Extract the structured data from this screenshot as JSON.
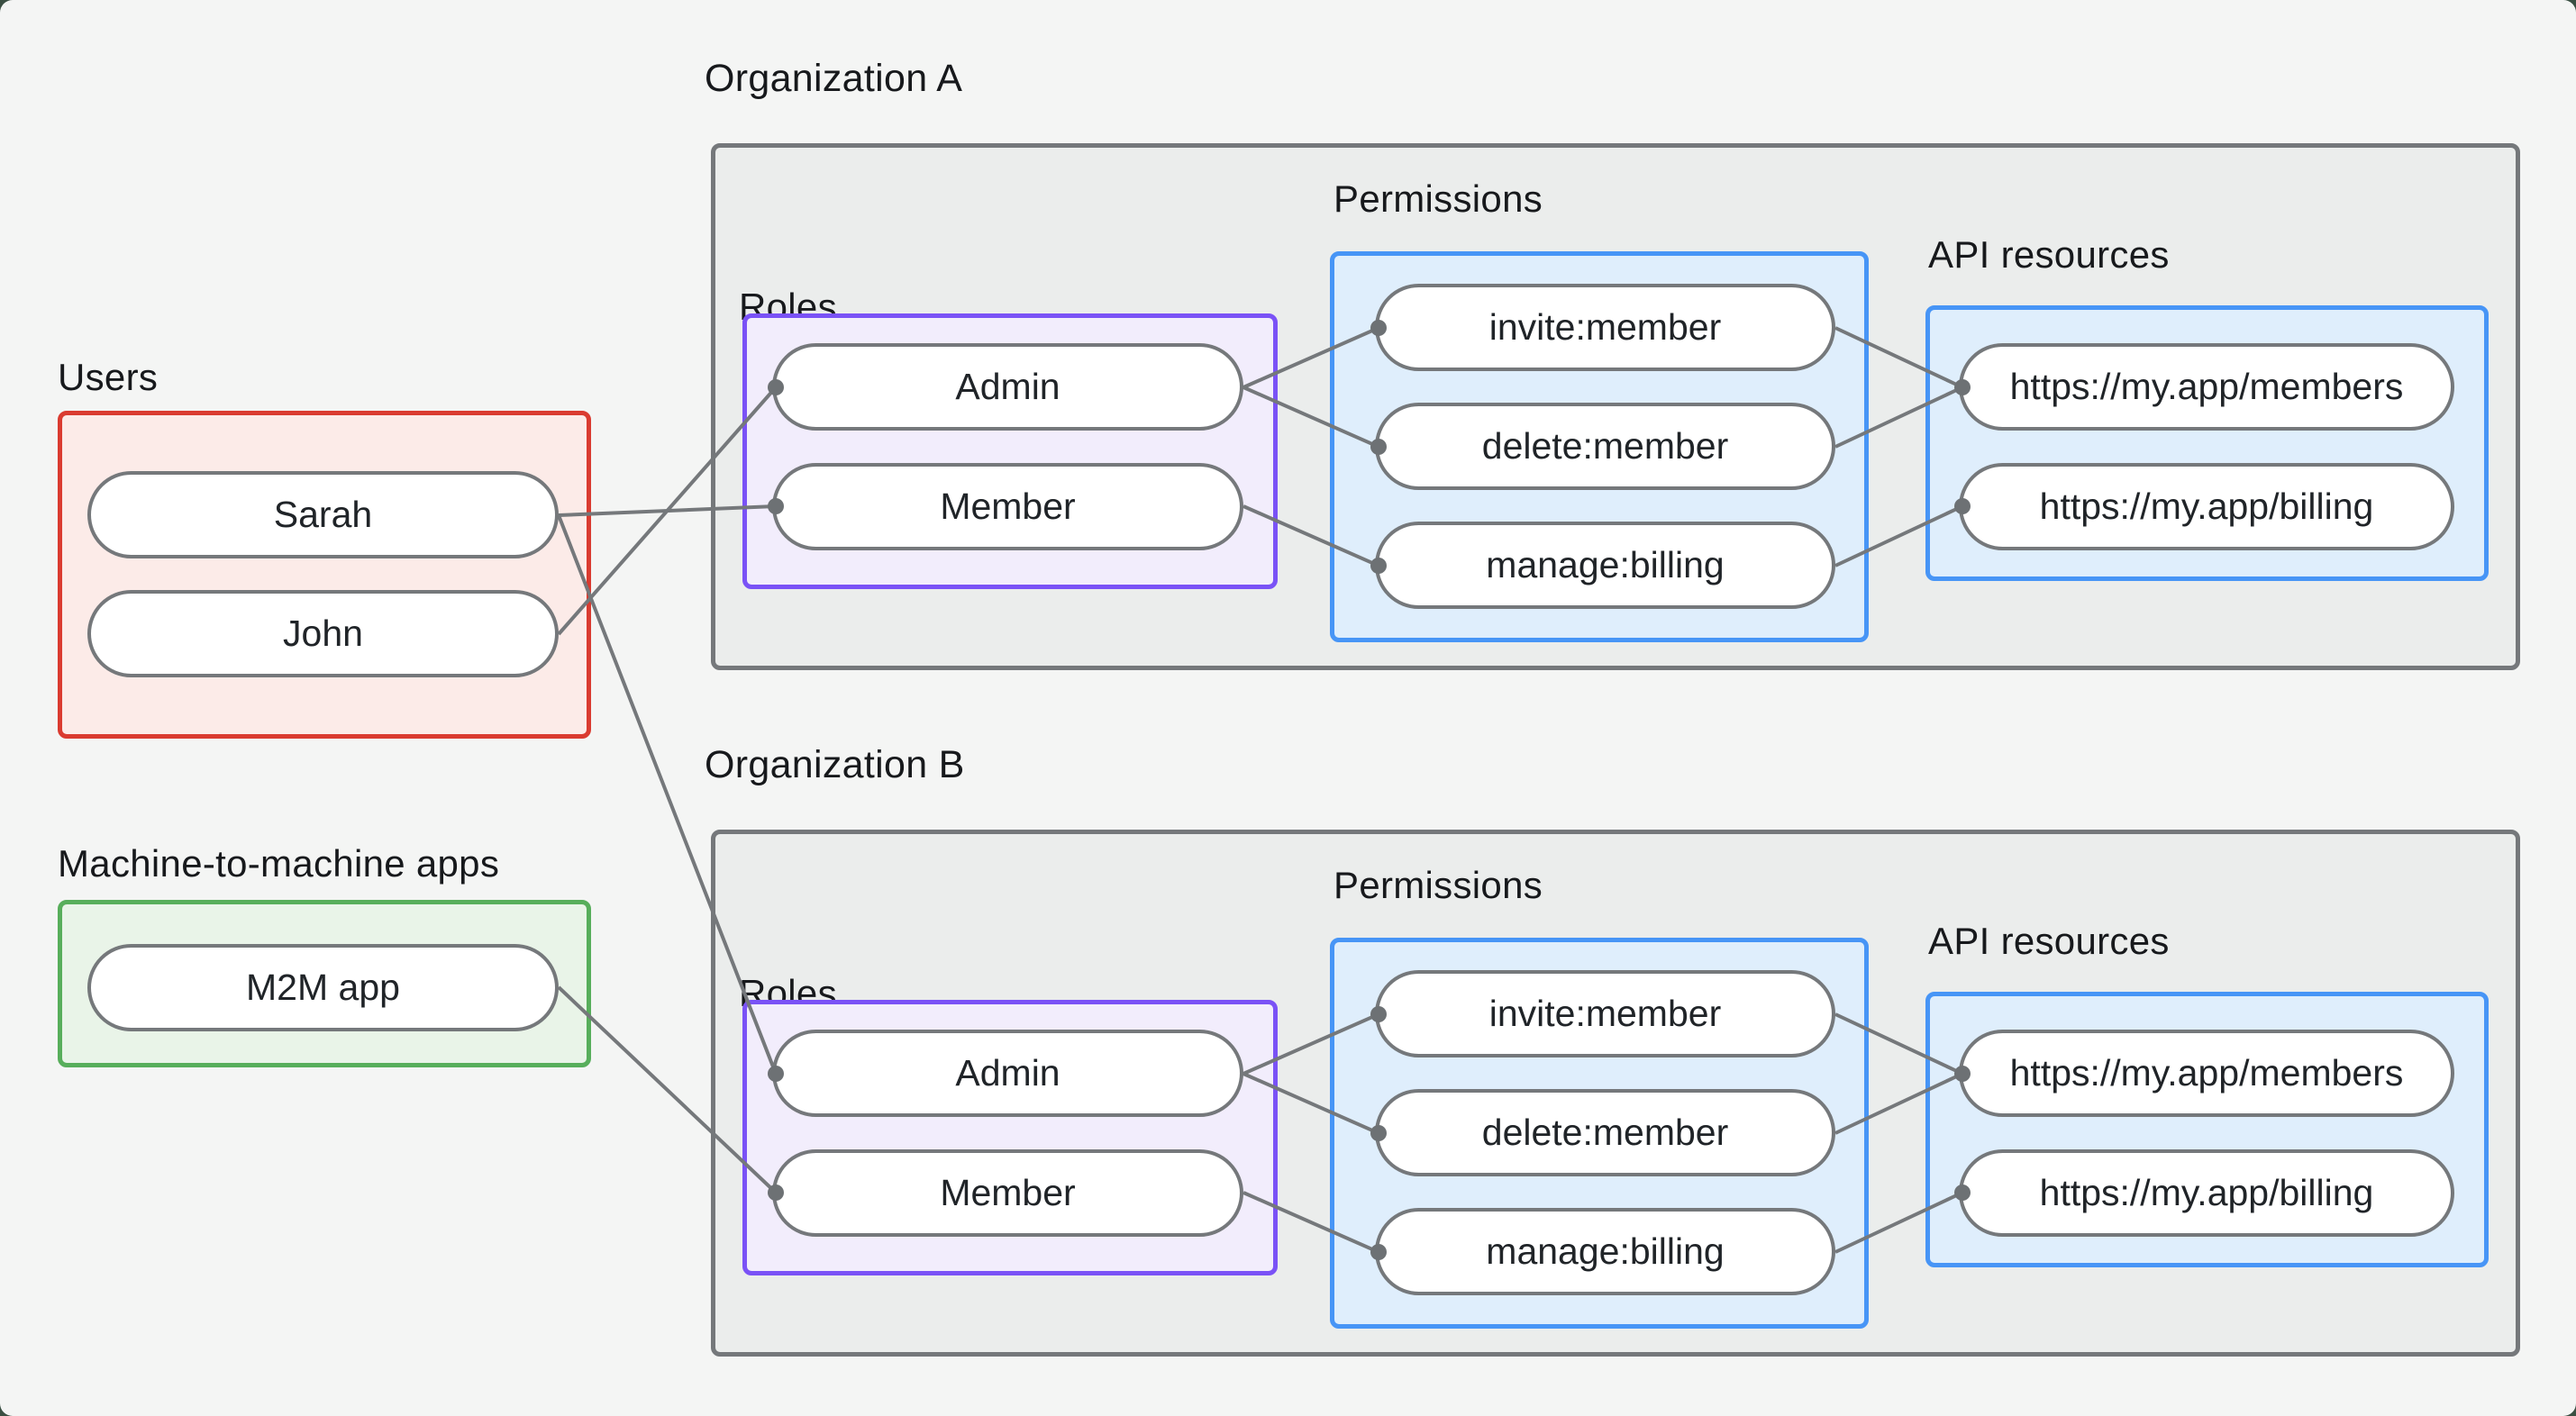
{
  "groups": {
    "users": {
      "label": "Users",
      "items": [
        {
          "label": "Sarah"
        },
        {
          "label": "John"
        }
      ]
    },
    "m2m": {
      "label": "Machine-to-machine apps",
      "items": [
        {
          "label": "M2M app"
        }
      ]
    }
  },
  "section_labels": {
    "roles": "Roles",
    "permissions": "Permissions",
    "api_resources": "API resources"
  },
  "organizations": [
    {
      "name": "Organization A",
      "roles": [
        {
          "label": "Admin"
        },
        {
          "label": "Member"
        }
      ],
      "permissions": [
        {
          "label": "invite:member"
        },
        {
          "label": "delete:member"
        },
        {
          "label": "manage:billing"
        }
      ],
      "api_resources": [
        {
          "label": "https://my.app/members"
        },
        {
          "label": "https://my.app/billing"
        }
      ]
    },
    {
      "name": "Organization B",
      "roles": [
        {
          "label": "Admin"
        },
        {
          "label": "Member"
        }
      ],
      "permissions": [
        {
          "label": "invite:member"
        },
        {
          "label": "delete:member"
        },
        {
          "label": "manage:billing"
        }
      ],
      "api_resources": [
        {
          "label": "https://my.app/members"
        },
        {
          "label": "https://my.app/billing"
        }
      ]
    }
  ],
  "connections": [
    {
      "from": "Sarah",
      "to": "Organization A / Member"
    },
    {
      "from": "Sarah",
      "to": "Organization B / Admin"
    },
    {
      "from": "John",
      "to": "Organization A / Admin"
    },
    {
      "from": "M2M app",
      "to": "Organization B / Member"
    },
    {
      "from": "Organization A / Admin",
      "to": "Organization A / invite:member"
    },
    {
      "from": "Organization A / Admin",
      "to": "Organization A / delete:member"
    },
    {
      "from": "Organization A / Member",
      "to": "Organization A / manage:billing"
    },
    {
      "from": "Organization A / invite:member",
      "to": "Organization A / https://my.app/members"
    },
    {
      "from": "Organization A / delete:member",
      "to": "Organization A / https://my.app/members"
    },
    {
      "from": "Organization A / manage:billing",
      "to": "Organization A / https://my.app/billing"
    },
    {
      "from": "Organization B / Admin",
      "to": "Organization B / invite:member"
    },
    {
      "from": "Organization B / Admin",
      "to": "Organization B / delete:member"
    },
    {
      "from": "Organization B / Member",
      "to": "Organization B / manage:billing"
    },
    {
      "from": "Organization B / invite:member",
      "to": "Organization B / https://my.app/members"
    },
    {
      "from": "Organization B / delete:member",
      "to": "Organization B / https://my.app/members"
    },
    {
      "from": "Organization B / manage:billing",
      "to": "Organization B / https://my.app/billing"
    }
  ],
  "colors": {
    "background": "#f4f5f4",
    "org_fill": "#ebedec",
    "org_border": "#75787b",
    "users_fill": "#fcebe8",
    "users_border": "#da3b30",
    "m2m_fill": "#e9f4e8",
    "m2m_border": "#57ae5b",
    "roles_fill": "#f2edfc",
    "roles_border": "#7a52f6",
    "permissions_fill": "#dfeefc",
    "permissions_border": "#4795f6",
    "node_fill": "#ffffff",
    "node_border": "#75787b",
    "edge_line": "#75787b",
    "text": "#17191c"
  }
}
